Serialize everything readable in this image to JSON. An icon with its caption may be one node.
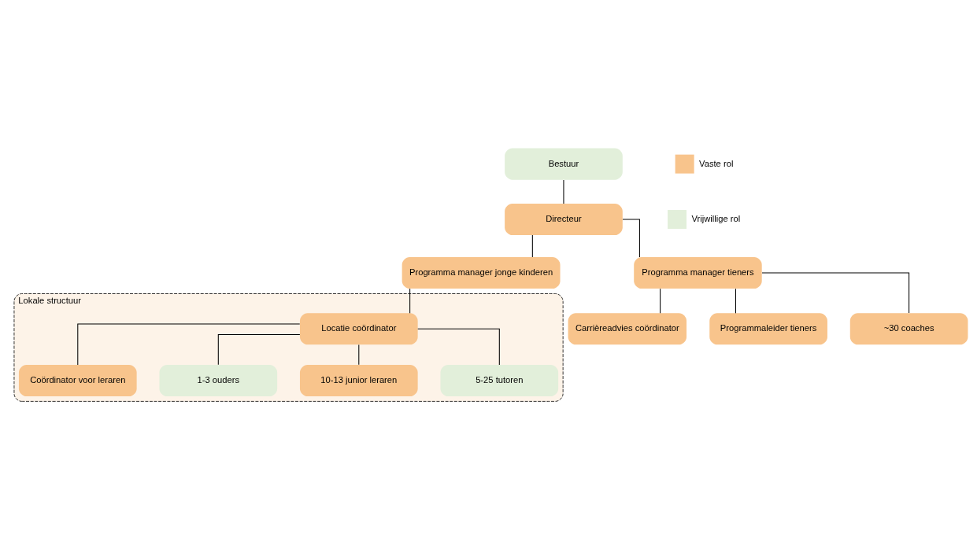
{
  "diagram": {
    "nodes": [
      {
        "text": [
          "Bestuur"
        ]
      },
      {
        "text": [
          "Directeur"
        ]
      },
      {
        "text": [
          "Programma manager jonge kinderen"
        ]
      },
      {
        "text": [
          "Programma manager tieners"
        ]
      },
      {
        "text": [
          "Lokale structuur"
        ]
      },
      {
        "text": [
          "Locatie coördinator"
        ],
        "in": 4
      },
      {
        "text": [
          "Coördinator voor leraren"
        ],
        "in": 4
      },
      {
        "text": [
          "1-3 ouders"
        ],
        "in": 4
      },
      {
        "text": [
          "10-13 junior leraren"
        ],
        "in": 4
      },
      {
        "text": [
          "5-25 tutoren"
        ],
        "in": 4
      },
      {
        "text": [
          "Carrièreadvies coördinator"
        ]
      },
      {
        "text": [
          "Programmaleider tieners"
        ]
      },
      {
        "text": [
          "~30 coaches"
        ]
      }
    ],
    "edges": [
      {
        "from": 0,
        "to": 1,
        "arrow": "none"
      },
      {
        "from": 1,
        "to": 2,
        "arrow": "none"
      },
      {
        "from": 1,
        "to": 3,
        "arrow": "none"
      },
      {
        "from": 2,
        "to": 5,
        "arrow": "none"
      },
      {
        "from": 5,
        "to": 6,
        "arrow": "none"
      },
      {
        "from": 5,
        "to": 7,
        "arrow": "none"
      },
      {
        "from": 5,
        "to": 8,
        "arrow": "none"
      },
      {
        "from": 5,
        "to": 9,
        "arrow": "none"
      },
      {
        "from": 3,
        "to": 10,
        "arrow": "none"
      },
      {
        "from": 3,
        "to": 11,
        "arrow": "none"
      },
      {
        "from": 3,
        "to": 12,
        "arrow": "none"
      }
    ],
    "legend": [
      {
        "text": "Vaste rol",
        "color": "#f8c48c"
      },
      {
        "text": "Vrijwillige rol",
        "color": "#e2efda"
      }
    ]
  }
}
